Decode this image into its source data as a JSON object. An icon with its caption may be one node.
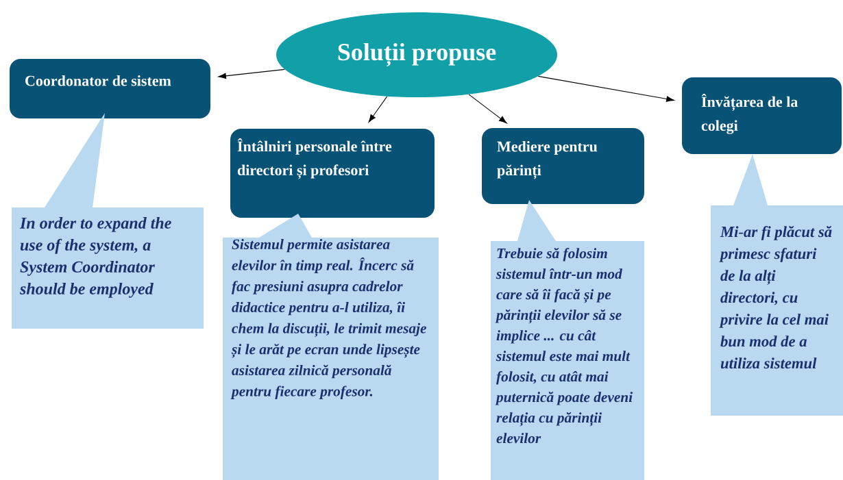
{
  "diagram": {
    "nodes": [
      {
        "text": [
          "Soluții propuse"
        ]
      },
      {
        "text": [
          "Coordonator de sistem"
        ]
      },
      {
        "text": [
          "Întâlniri personale între directori și profesori"
        ]
      },
      {
        "text": [
          "Mediere pentru părinți"
        ]
      },
      {
        "text": [
          "Învățarea de la colegi"
        ]
      },
      {
        "text": [
          "In order to expand the use of the system, a System Coordinator should be employed"
        ]
      },
      {
        "text": [
          "Sistemul permite asistarea elevilor în timp real. Încerc să fac presiuni asupra cadrelor didactice pentru a-l utiliza, îi chem la discuții, le trimit mesaje și le arăt pe ecran unde lipsește asistarea zilnică personală pentru fiecare profesor."
        ]
      },
      {
        "text": [
          "Trebuie să folosim sistemul într-un mod care să îi facă și pe părinții elevilor să se implice ... cu cât sistemul este mai mult folosit, cu atât mai puternică poate deveni relația cu părinții elevilor"
        ]
      },
      {
        "text": [
          "Mi-ar fi plăcut să primesc sfaturi de la alți directori, cu privire la cel mai bun mod de a utiliza sistemul"
        ]
      }
    ],
    "edges": [
      {
        "from": 0,
        "to": 1,
        "arrow": "to"
      },
      {
        "from": 0,
        "to": 2,
        "arrow": "to"
      },
      {
        "from": 0,
        "to": 3,
        "arrow": "to"
      },
      {
        "from": 0,
        "to": 4,
        "arrow": "to"
      }
    ]
  }
}
